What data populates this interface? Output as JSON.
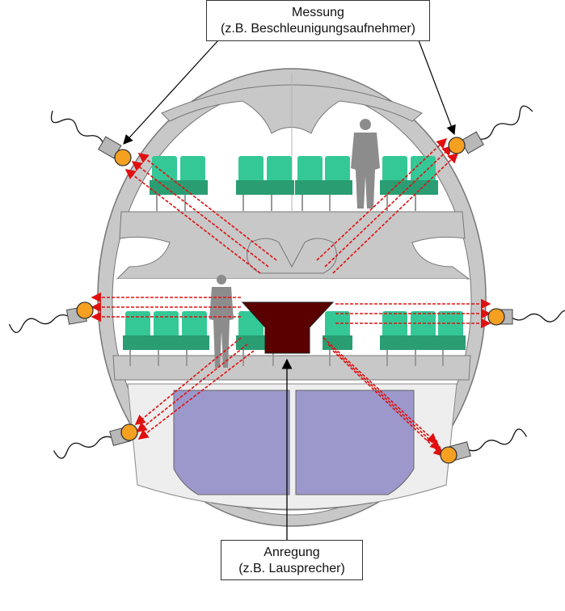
{
  "measurement_label": {
    "line1": "Messung",
    "line2": "(z.B. Beschleunigungsaufnehmer)"
  },
  "excitation_label": {
    "line1": "Anregung",
    "line2": "(z.B. Lausprecher)"
  },
  "colors": {
    "fuselage": "#c8c8c8",
    "seat": "#35c897",
    "cargo": "#9c98cc",
    "speaker": "#5a0000",
    "sensor": "#f5a020",
    "ray": "#e01010"
  }
}
